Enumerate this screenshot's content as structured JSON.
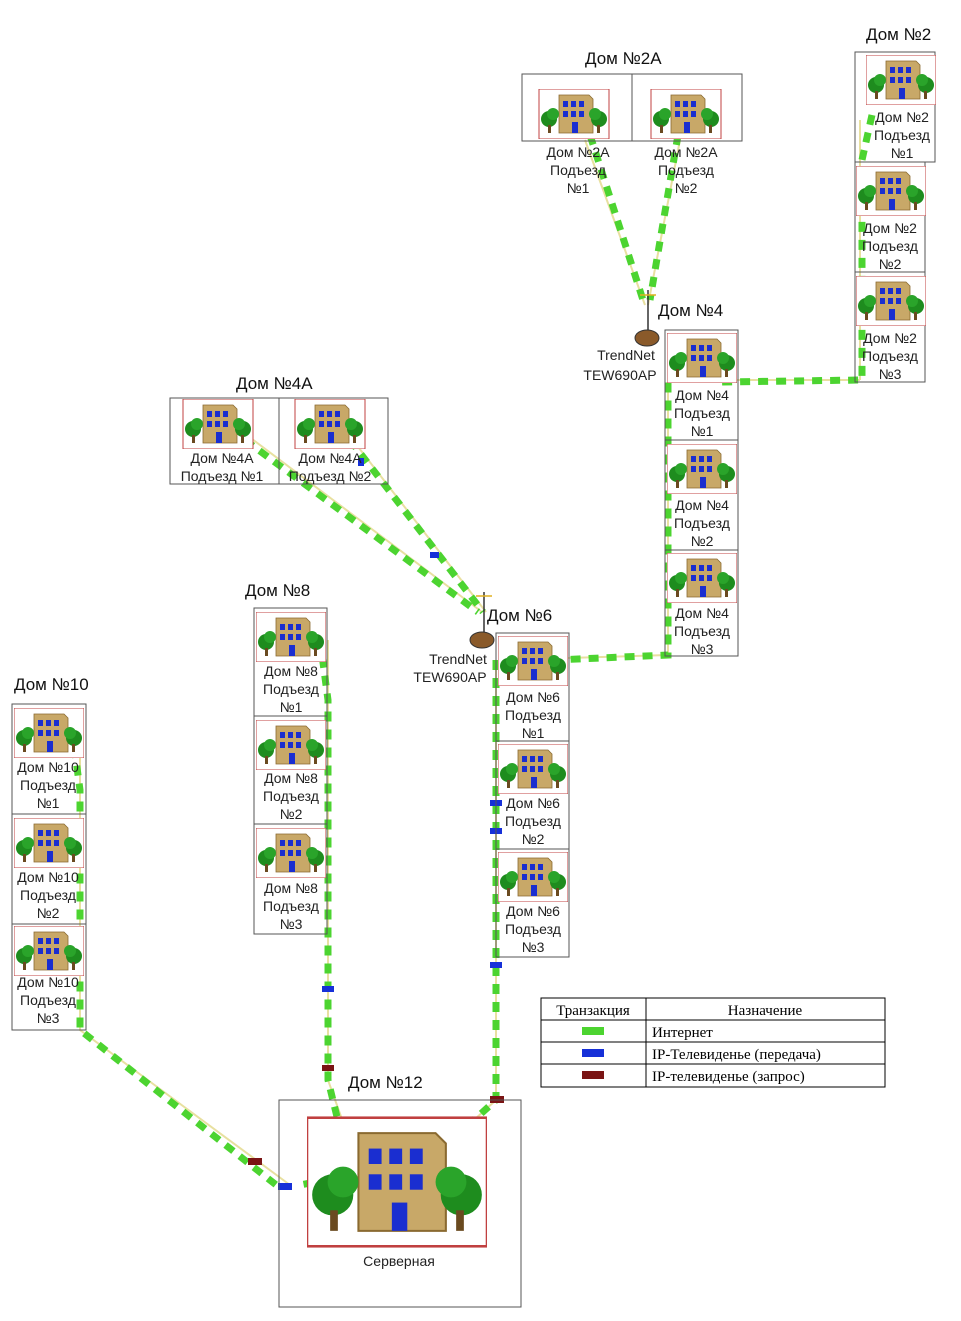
{
  "houses": {
    "dom2a": {
      "title": "Дом №2А",
      "units": [
        {
          "line1": "Дом №2А",
          "line2": "Подъезд",
          "line3": "№1"
        },
        {
          "line1": "Дом №2А",
          "line2": "Подъезд",
          "line3": "№2"
        }
      ]
    },
    "dom2": {
      "title": "Дом №2",
      "units": [
        {
          "line1": "Дом №2",
          "line2": "Подъезд",
          "line3": "№1"
        },
        {
          "line1": "Дом №2",
          "line2": "Подъезд",
          "line3": "№2"
        },
        {
          "line1": "Дом №2",
          "line2": "Подъезд",
          "line3": "№3"
        }
      ]
    },
    "dom4": {
      "title": "Дом №4",
      "units": [
        {
          "line1": "Дом №4",
          "line2": "Подъезд",
          "line3": "№1"
        },
        {
          "line1": "Дом №4",
          "line2": "Подъезд",
          "line3": "№2"
        },
        {
          "line1": "Дом №4",
          "line2": "Подъезд",
          "line3": "№3"
        }
      ]
    },
    "dom4a": {
      "title": "Дом №4А",
      "units": [
        {
          "line1": "Дом №4А",
          "line2": "Подъезд №1"
        },
        {
          "line1": "Дом №4А",
          "line2": "Подъезд №2"
        }
      ]
    },
    "dom6": {
      "title": "Дом №6",
      "units": [
        {
          "line1": "Дом №6",
          "line2": "Подъезд",
          "line3": "№1"
        },
        {
          "line1": "Дом №6",
          "line2": "Подъезд",
          "line3": "№2"
        },
        {
          "line1": "Дом №6",
          "line2": "Подъезд",
          "line3": "№3"
        }
      ]
    },
    "dom8": {
      "title": "Дом №8",
      "units": [
        {
          "line1": "Дом №8",
          "line2": "Подъезд",
          "line3": "№1"
        },
        {
          "line1": "Дом №8",
          "line2": "Подъезд",
          "line3": "№2"
        },
        {
          "line1": "Дом №8",
          "line2": "Подъезд",
          "line3": "№3"
        }
      ]
    },
    "dom10": {
      "title": "Дом №10",
      "units": [
        {
          "line1": "Дом №10",
          "line2": "Подъезд",
          "line3": "№1"
        },
        {
          "line1": "Дом №10",
          "line2": "Подъезд",
          "line3": "№2"
        },
        {
          "line1": "Дом №10",
          "line2": "Подъезд",
          "line3": "№3"
        }
      ]
    },
    "dom12": {
      "title": "Дом №12",
      "server_label": "Серверная"
    }
  },
  "access_points": [
    {
      "id": "ap1",
      "line1": "TrendNet",
      "line2": "TEW690AP"
    },
    {
      "id": "ap2",
      "line1": "TrendNet",
      "line2": "TEW690AP"
    }
  ],
  "legend": {
    "header_col1": "Транзакция",
    "header_col2": "Назначение",
    "rows": [
      {
        "label": "Интернет",
        "color": "#4cd430"
      },
      {
        "label": "IP-Телевиденье (передача)",
        "color": "#1630d8"
      },
      {
        "label": "IP-телевиденье (запрос)",
        "color": "#7a1414"
      }
    ]
  },
  "colors": {
    "internet": "#4cd430",
    "iptv_tx": "#1630d8",
    "iptv_req": "#7a1414",
    "link": "#f0e68c",
    "frame": "#555555",
    "icon_frame": "#c04040"
  }
}
